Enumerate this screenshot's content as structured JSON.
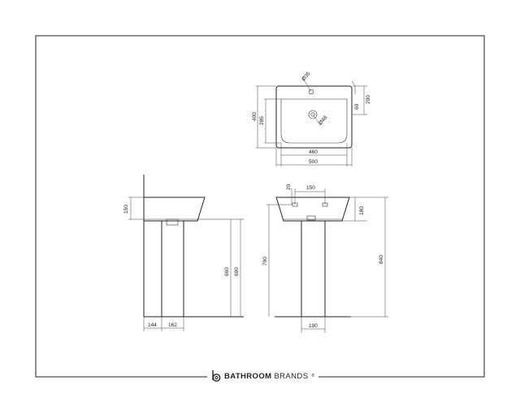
{
  "brand": {
    "name_bold": "BATHROOM",
    "name_light": "BRANDS",
    "registered": "®",
    "logo_icon": "bathroombrands-b-logo-icon"
  },
  "plan_view": {
    "dim_width_overall": "500",
    "dim_width_bowl": "460",
    "dim_depth_overall": "400",
    "dim_depth_bowl": "285",
    "dim_tap_hole_offset": "60",
    "dim_edge_offset": "200",
    "dim_tap_hole_dia": "Ø35",
    "dim_waste_dia": "Ø48"
  },
  "side_view": {
    "dim_basin_height": "150",
    "dim_pedestal_height": "660",
    "dim_rim_height": "690",
    "dim_wall_to_pedestal": "144",
    "dim_pedestal_depth": "162"
  },
  "front_view": {
    "dim_bolt_spacing": "150",
    "dim_bolt_drop": "20",
    "dim_basin_height": "180",
    "dim_pedestal_height": "790",
    "dim_total_height": "840",
    "dim_pedestal_width": "190"
  },
  "colors": {
    "line": "#222222",
    "background": "#ffffff"
  }
}
